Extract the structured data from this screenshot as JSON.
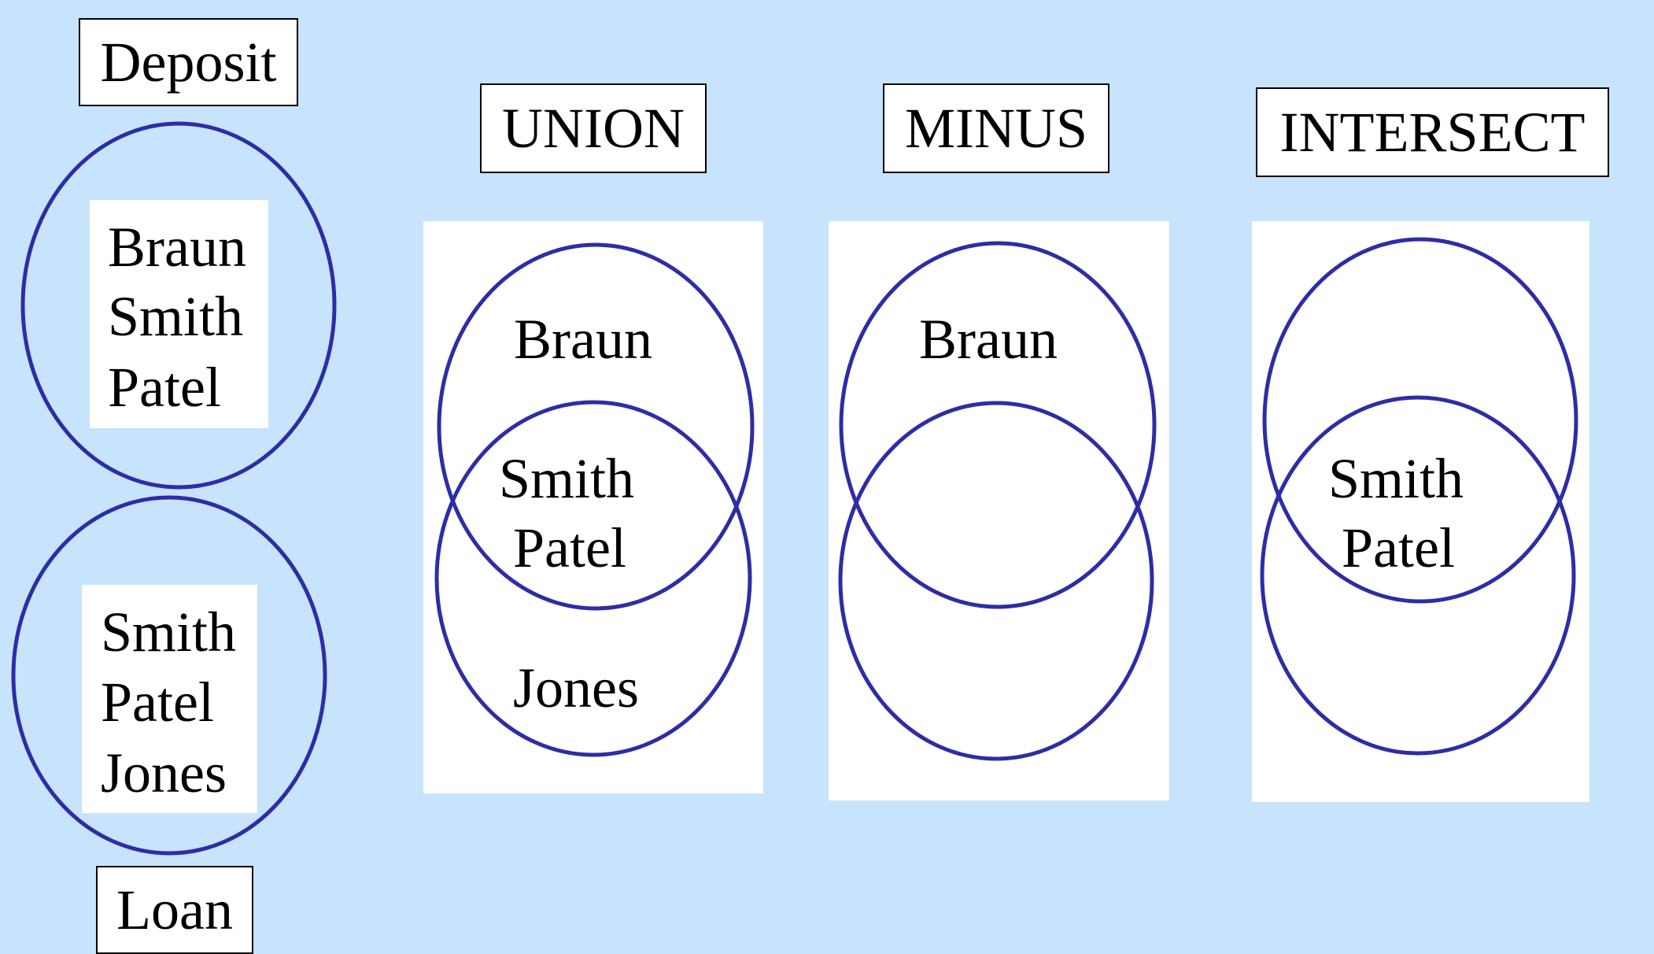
{
  "colors": {
    "background": "#c8e3fc",
    "circle_stroke": "#2d2da6",
    "panel": "#ffffff"
  },
  "deposit": {
    "label": "Deposit",
    "names": [
      "Braun",
      "Smith",
      "Patel"
    ]
  },
  "loan": {
    "label": "Loan",
    "names": [
      "Smith",
      "Patel",
      "Jones"
    ]
  },
  "union": {
    "label": "UNION",
    "top_only": "Braun",
    "overlap": [
      "Smith",
      "Patel"
    ],
    "bottom_only": "Jones"
  },
  "minus": {
    "label": "MINUS",
    "top_only": "Braun"
  },
  "intersect": {
    "label": "INTERSECT",
    "overlap": [
      "Smith",
      "Patel"
    ]
  }
}
